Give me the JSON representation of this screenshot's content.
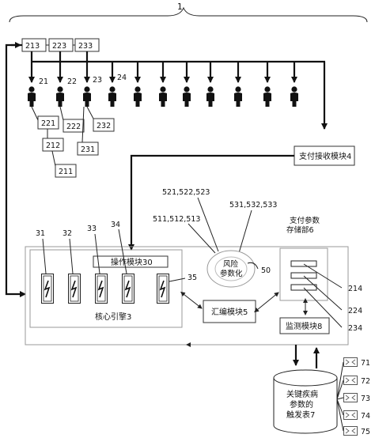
{
  "system": {
    "label": "1"
  },
  "chain": [
    {
      "id": "box-213",
      "label": "213"
    },
    {
      "id": "box-223",
      "label": "223"
    },
    {
      "id": "box-233",
      "label": "233"
    }
  ],
  "people": {
    "label_21": "21",
    "label_22": "22",
    "label_23": "23",
    "label_24": "24"
  },
  "sub_boxes": [
    {
      "id": "box-221",
      "label": "221"
    },
    {
      "id": "box-222",
      "label": "222"
    },
    {
      "id": "box-232",
      "label": "232"
    },
    {
      "id": "box-212",
      "label": "212"
    },
    {
      "id": "box-231",
      "label": "231"
    },
    {
      "id": "box-211",
      "label": "211"
    }
  ],
  "payment_receive": {
    "label": "支付接收模块4"
  },
  "risk": {
    "refs_a": "521,522,523",
    "refs_b": "511,512,513",
    "refs_c": "531,532,533",
    "line1": "风险",
    "line2": "参数化",
    "ref": "50"
  },
  "storage": {
    "line1": "支付参数",
    "line2": "存储部6",
    "ref_214": "214",
    "ref_224": "224",
    "ref_234": "234"
  },
  "engine": {
    "label": "核心引擎3",
    "refs": [
      "31",
      "32",
      "33",
      "34",
      "35"
    ]
  },
  "operation": {
    "label": "操作模块30"
  },
  "compile": {
    "label": "汇编模块5"
  },
  "monitor": {
    "label": "监测模块8"
  },
  "trigger_table": {
    "line1": "关键疾病",
    "line2": "参数的",
    "line3": "触发表7",
    "refs": [
      "71",
      "72",
      "73",
      "74",
      "75"
    ]
  }
}
